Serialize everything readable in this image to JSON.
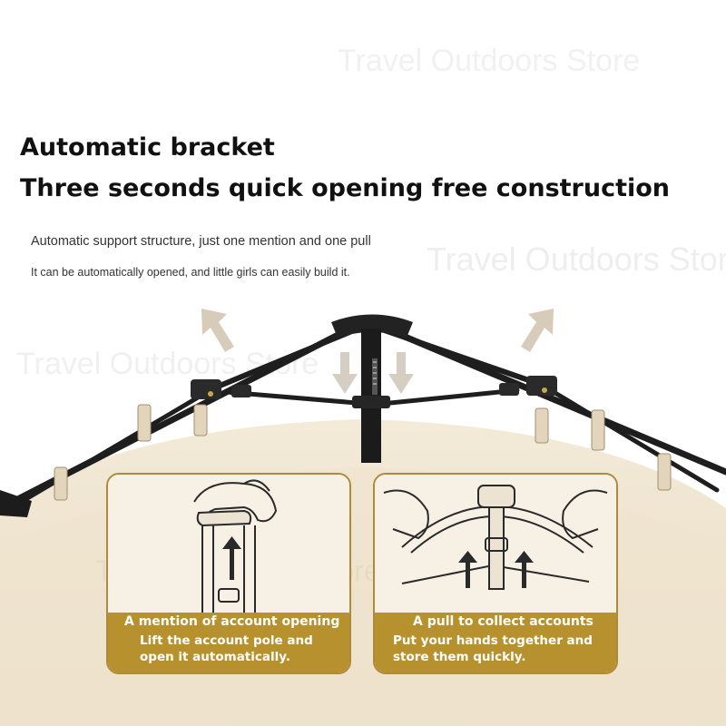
{
  "headline": {
    "line1": "Automatic bracket",
    "line2": "Three seconds quick opening free construction"
  },
  "subtitle": {
    "line1": "Automatic support structure, just one mention and one pull",
    "line2": "It can be automatically opened, and little girls can easily build it."
  },
  "watermark": {
    "text": "Travel Outdoors Store"
  },
  "panels": [
    {
      "title": "A mention of account opening",
      "text_line1": "Lift the account pole and",
      "text_line2": "open it automatically."
    },
    {
      "title": "A pull to collect accounts",
      "text_line1": "Put your hands together and",
      "text_line2": "store them quickly."
    }
  ],
  "colors": {
    "canvas": "#f0e6d2",
    "frame": "#1e1e1e",
    "panel_band": "#b8912f",
    "panel_border": "#b08a3a"
  }
}
